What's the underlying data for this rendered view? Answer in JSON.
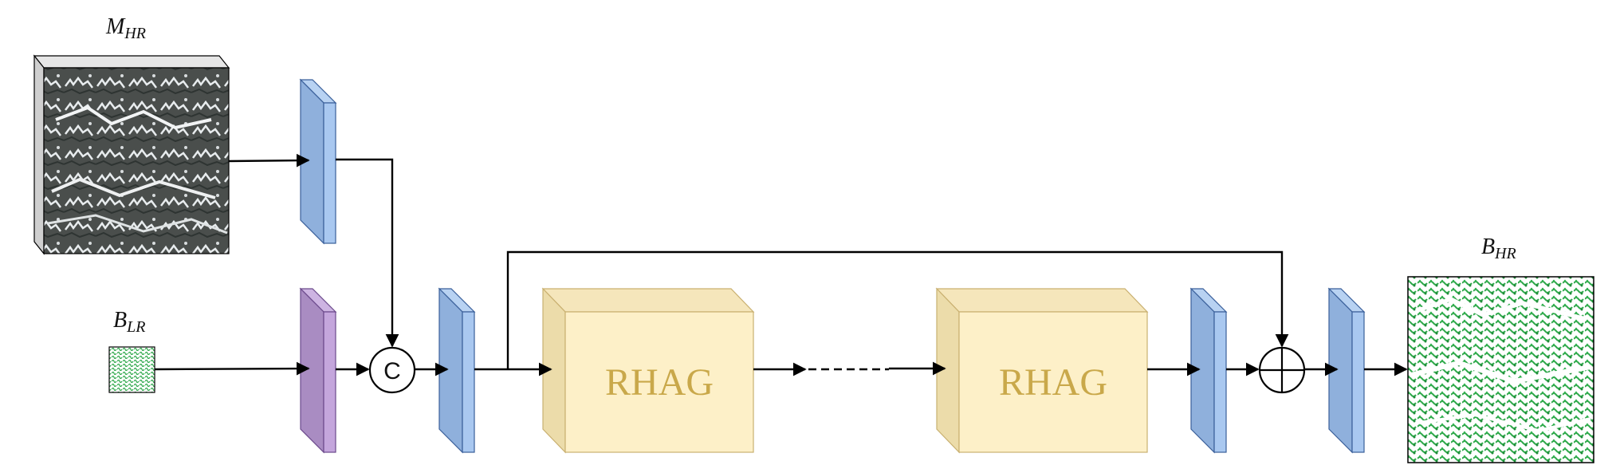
{
  "labels": {
    "m_hr": {
      "main": "M",
      "sub": "HR"
    },
    "b_lr": {
      "main": "B",
      "sub": "LR"
    },
    "b_hr": {
      "main": "B",
      "sub": "HR"
    }
  },
  "blocks": {
    "rhag_1": "RHAG",
    "rhag_2": "RHAG"
  },
  "operators": {
    "concat": "C"
  },
  "colors": {
    "conv_blue_front": "#8fb0dc",
    "conv_blue_side": "#a9c8f0",
    "conv_purple_front": "#a98cc2",
    "conv_purple_side": "#c4a6dc",
    "rhag_front": "#fdf0c8",
    "rhag_side": "#ecdcaa",
    "rhag_text": "#c9a84a",
    "veg_green": "#2ea84a"
  }
}
